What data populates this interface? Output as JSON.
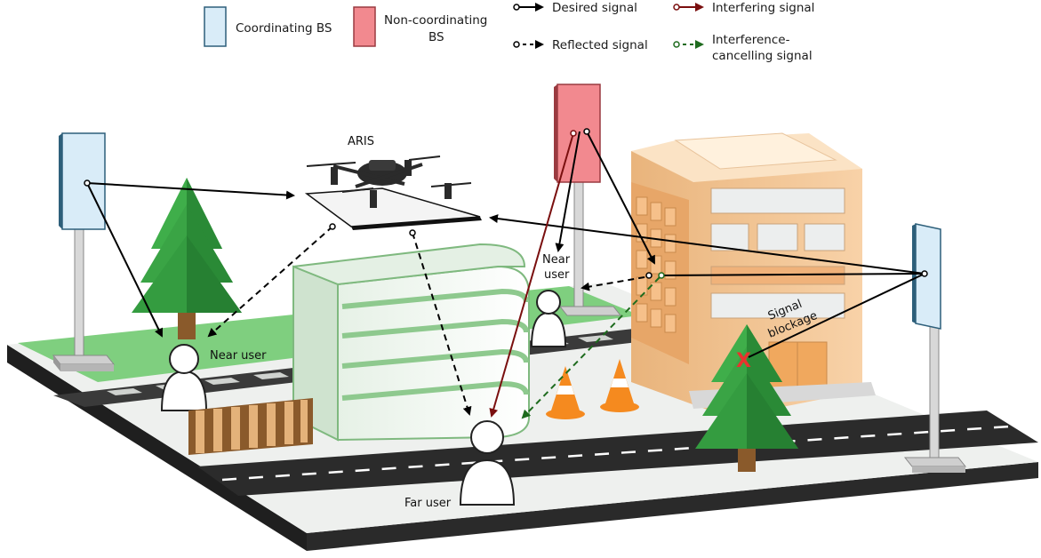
{
  "legend": {
    "coordinating_bs": "Coordinating BS",
    "non_coordinating_bs_line1": "Non-coordinating",
    "non_coordinating_bs_line2": "BS",
    "desired_signal": "Desired signal",
    "interfering_signal": "Interfering signal",
    "reflected_signal": "Reflected signal",
    "interference_cancelling_line1": "Interference-",
    "interference_cancelling_line2": "cancelling signal"
  },
  "labels": {
    "aris": "ARIS",
    "near_user_left": "Near user",
    "near_user_center_line1": "Near",
    "near_user_center_line2": "user",
    "far_user": "Far user",
    "signal_blockage_line1": "Signal",
    "signal_blockage_line2": "blockage",
    "blockage_mark": "X"
  },
  "colors": {
    "coordinating_bs": "#d9ecf8",
    "non_coordinating_bs": "#f2898f",
    "desired": "#000000",
    "interfering": "#7a0f0f",
    "cancelling": "#1e6b1e",
    "tree": "#2e9e3e",
    "building": "#f6c796",
    "grass": "#7fcf7f",
    "road": "#2b2b2b"
  }
}
